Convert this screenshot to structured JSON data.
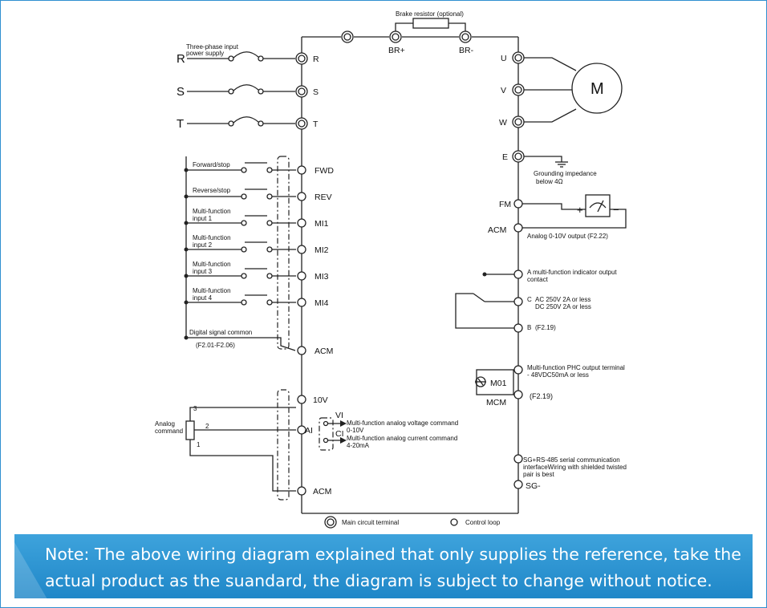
{
  "diagram": {
    "brake_resistor": "Brake resistor (optional)",
    "br_plus": "BR+",
    "br_minus": "BR-",
    "three_phase_line1": "Three-phase input",
    "three_phase_line2": "power supply",
    "phase_r": "R",
    "phase_s": "S",
    "phase_t": "T",
    "term_r": "R",
    "term_s": "S",
    "term_t": "T",
    "out_u": "U",
    "out_v": "V",
    "out_w": "W",
    "motor": "M",
    "earth": "E",
    "grounding_line1": "Grounding impedance",
    "grounding_line2": "below 4Ω",
    "forward_stop": "Forward/stop",
    "reverse_stop": "Reverse/stop",
    "mf_input_line1": "Multi-function",
    "mf_input1_line2": "input 1",
    "mf_input2_line2": "input 2",
    "mf_input3_line2": "input 3",
    "mf_input4_line2": "input 4",
    "fwd": "FWD",
    "rev": "REV",
    "mi1": "MI1",
    "mi2": "MI2",
    "mi3": "MI3",
    "mi4": "MI4",
    "digital_common": "Digital signal common",
    "digital_common_params": "(F2.01-F2.06)",
    "acm": "ACM",
    "fm": "FM",
    "plus": "+",
    "minus": "−",
    "analog_output": "Analog 0-10V output (F2.22)",
    "relay_a_line1": "A multi-function indicator output",
    "relay_a_line2": "contact",
    "relay_c_label": "C",
    "relay_c_line1": "AC 250V 2A or less",
    "relay_c_line2": "DC 250V 2A or less",
    "relay_b": "B",
    "relay_b_param": "(F2.19)",
    "phc_line1": "Multi-function PHC output terminal",
    "phc_line2": "- 48VDC50mA or less",
    "m01": "M01",
    "mcm": "MCM",
    "phc_param": "(F2.19)",
    "v10": "10V",
    "ai": "AI",
    "vi": "VI",
    "ci": "CI",
    "ai_v_line1": "Multi-function analog voltage command",
    "ai_v_line2": "0-10V",
    "ai_c_line1": "Multi-function analog current command",
    "ai_c_line2": "4-20mA",
    "pot_3": "3",
    "pot_2": "2",
    "pot_1": "1",
    "analog_cmd_line1": "Analog",
    "analog_cmd_line2": "command",
    "sg_line1": "SG+RS-485 serial communication",
    "sg_line2": "interfaceWiring with shielded twisted",
    "sg_line3": "pair is best",
    "sg_minus": "SG-",
    "legend_main": "Main circuit terminal",
    "legend_control": "Control loop"
  },
  "note": {
    "text": "Note: The above wiring diagram explained that only supplies the reference, take the actual product as the suandard, the diagram is subject to change without notice."
  },
  "colors": {
    "banner": "#2b95d3",
    "frame": "#2f8fd0",
    "line": "#222222"
  }
}
